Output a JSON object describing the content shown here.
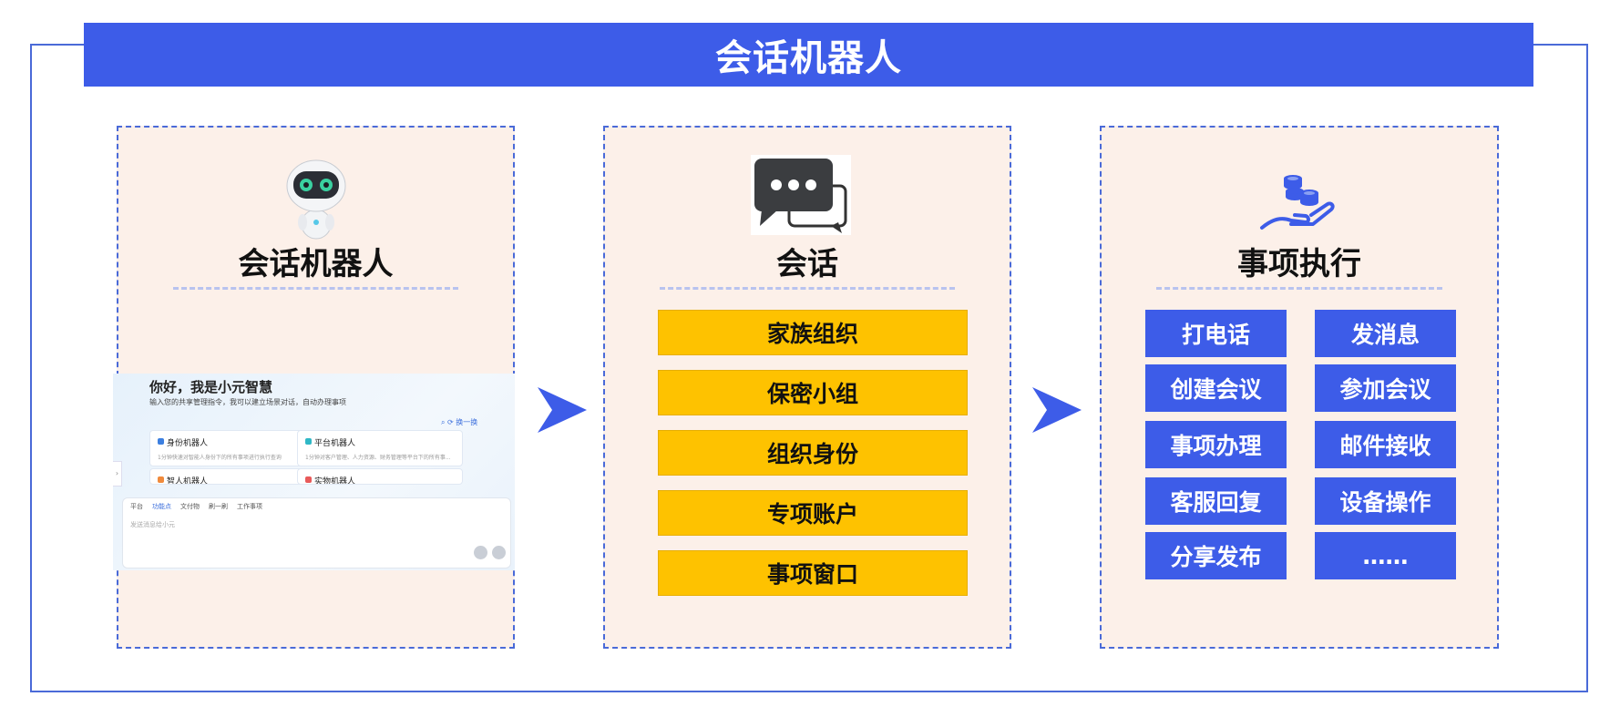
{
  "header": {
    "title": "会话机器人"
  },
  "panels": [
    {
      "title": "会话机器人",
      "icon": "robot-icon"
    },
    {
      "title": "会话",
      "icon": "chat-bubbles-icon"
    },
    {
      "title": "事项执行",
      "icon": "hand-coins-icon"
    }
  ],
  "mockup": {
    "greeting": "你好，我是小元智慧",
    "subtitle": "输入您的共享管理指令，我可以建立场景对话，自动办理事项",
    "refresh": "换一换",
    "cards": [
      {
        "title": "身份机器人",
        "desc": "1分钟快速对智能人身份下的所有事项进行执行查询"
      },
      {
        "title": "平台机器人",
        "desc": "1分钟对客户管理、人力资源、财务管理等平台下的所有事..."
      },
      {
        "title": "智人机器人",
        "desc": ""
      },
      {
        "title": "实物机器人",
        "desc": ""
      }
    ],
    "toolbar": [
      "平台",
      "功能点",
      "文付物",
      "刷一刷",
      "工作事项"
    ],
    "input_placeholder": "发送消息给小元",
    "side_handle": "›"
  },
  "conversation_items": [
    "家族组织",
    "保密小组",
    "组织身份",
    "专项账户",
    "事项窗口"
  ],
  "execution_items": [
    [
      "打电话",
      "发消息"
    ],
    [
      "创建会议",
      "参加会议"
    ],
    [
      "事项办理",
      "邮件接收"
    ],
    [
      "客服回复",
      "设备操作"
    ],
    [
      "分享发布",
      "……"
    ]
  ],
  "colors": {
    "banner": "#3d5ce8",
    "panel_bg": "#fcf0e9",
    "dashed_border": "#4a6ad8",
    "yellow": "#fec200",
    "blue_button": "#3d5ce8"
  }
}
